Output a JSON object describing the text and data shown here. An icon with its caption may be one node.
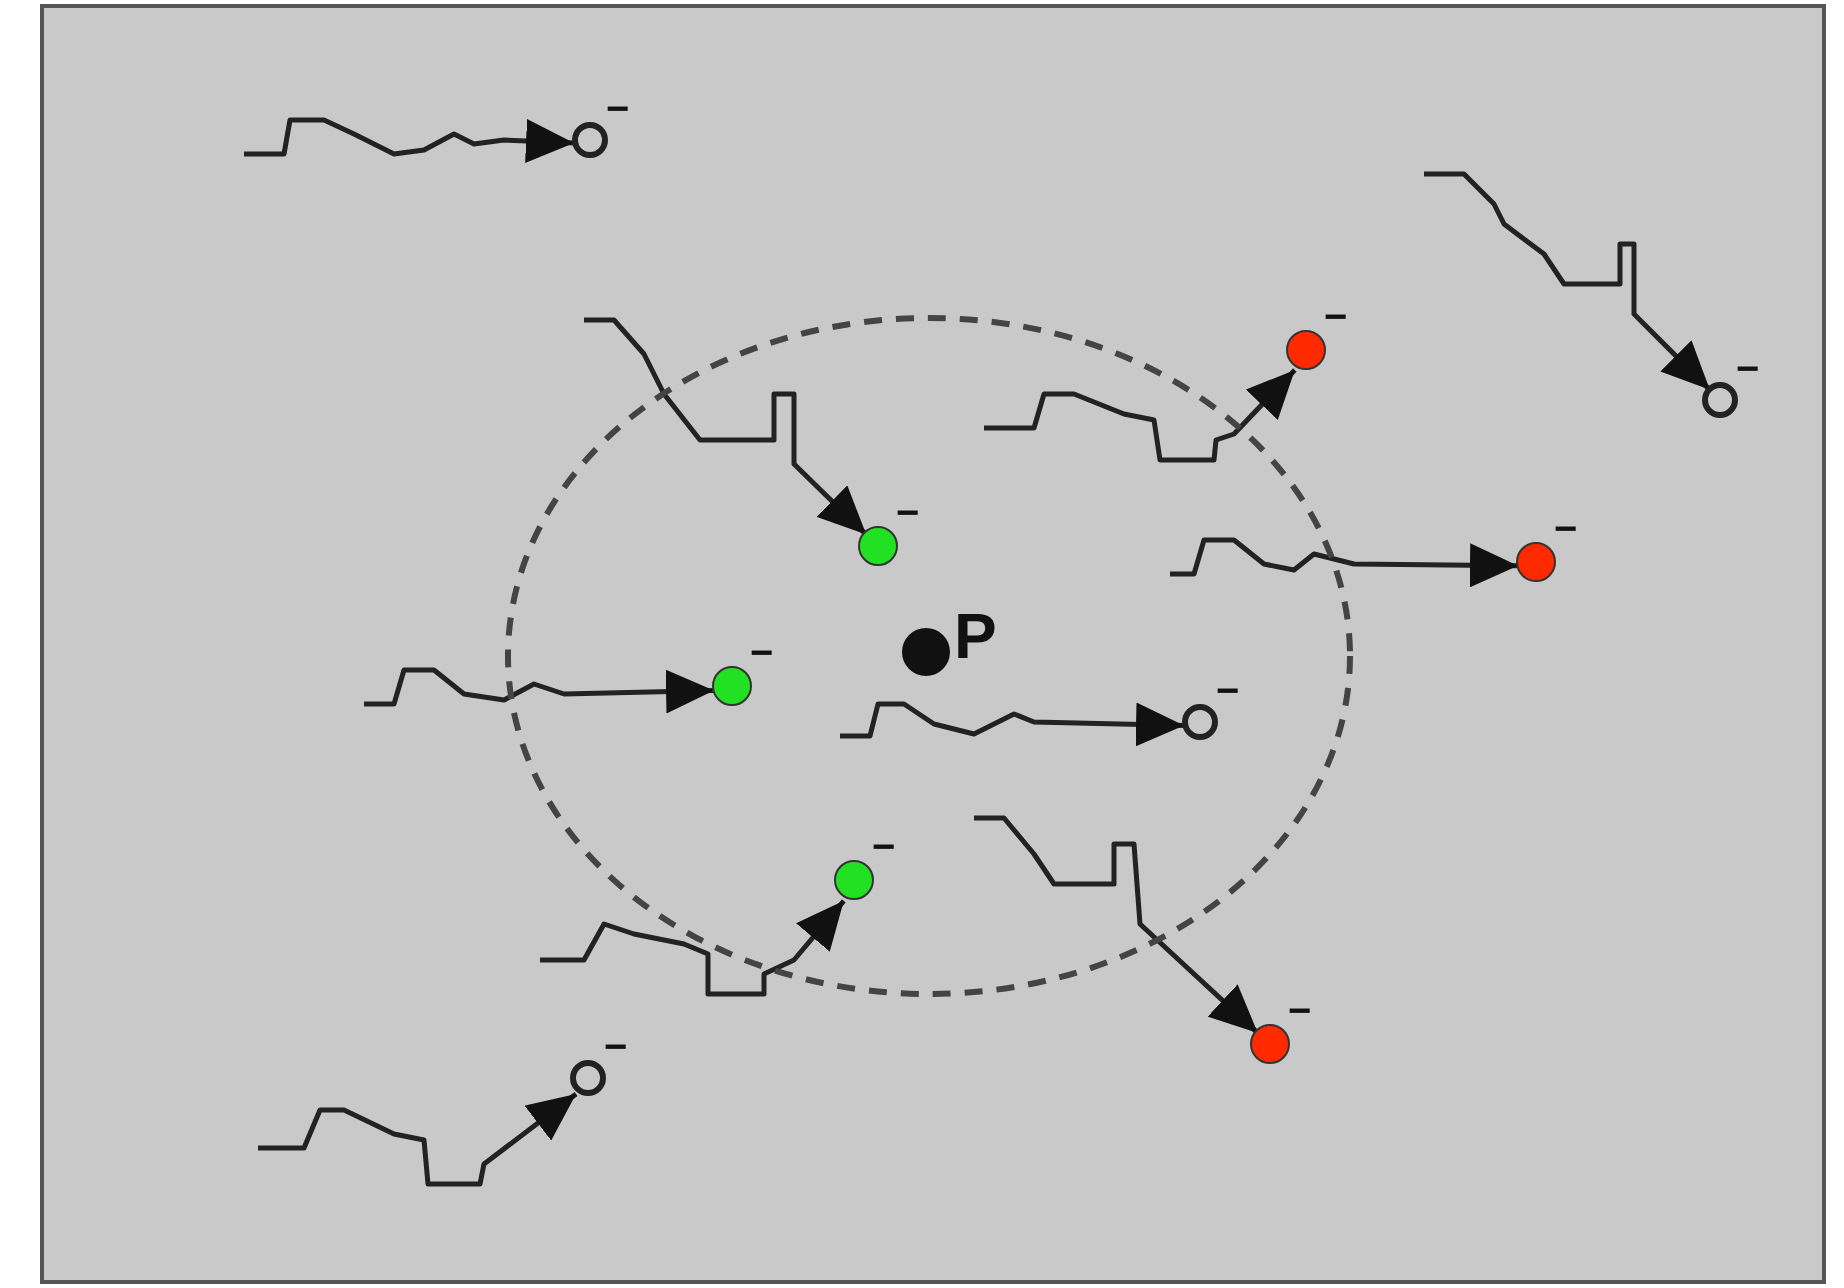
{
  "diagram": {
    "nodes": [
      {
        "text": [],
        "shape": "circle",
        "beside": [
          "−"
        ]
      },
      {
        "text": [],
        "shape": "circle"
      },
      {
        "text": [],
        "shape": "circle",
        "beside": [
          "−"
        ]
      },
      {
        "text": [],
        "shape": "circle",
        "beside": [
          "−"
        ]
      },
      {
        "text": [],
        "shape": "circle",
        "beside": [
          "−"
        ],
        "in": 1
      },
      {
        "text": [],
        "shape": "circle",
        "beside": [
          "−"
        ]
      },
      {
        "text": [],
        "shape": "circle",
        "beside": [
          "P"
        ],
        "in": 1
      },
      {
        "text": [],
        "shape": "circle",
        "beside": [
          "−"
        ],
        "in": 1
      },
      {
        "text": [],
        "shape": "circle",
        "beside": [
          "−"
        ],
        "in": 1
      },
      {
        "text": [],
        "shape": "circle",
        "beside": [
          "−"
        ],
        "in": 1
      },
      {
        "text": [],
        "shape": "circle",
        "beside": [
          "−"
        ]
      },
      {
        "text": [],
        "shape": "circle",
        "beside": [
          "−"
        ]
      }
    ],
    "edges": [
      {
        "from": null,
        "to": 0,
        "arrow": "to"
      },
      {
        "from": null,
        "to": 3,
        "arrow": "to"
      },
      {
        "from": null,
        "to": 2,
        "arrow": "to"
      },
      {
        "from": null,
        "to": 4,
        "arrow": "to"
      },
      {
        "from": null,
        "to": 5,
        "arrow": "to"
      },
      {
        "from": null,
        "to": 7,
        "arrow": "to"
      },
      {
        "from": null,
        "to": 8,
        "arrow": "to"
      },
      {
        "from": null,
        "to": 9,
        "arrow": "to"
      },
      {
        "from": null,
        "to": 10,
        "arrow": "to"
      },
      {
        "from": null,
        "to": 11,
        "arrow": "to"
      }
    ]
  }
}
